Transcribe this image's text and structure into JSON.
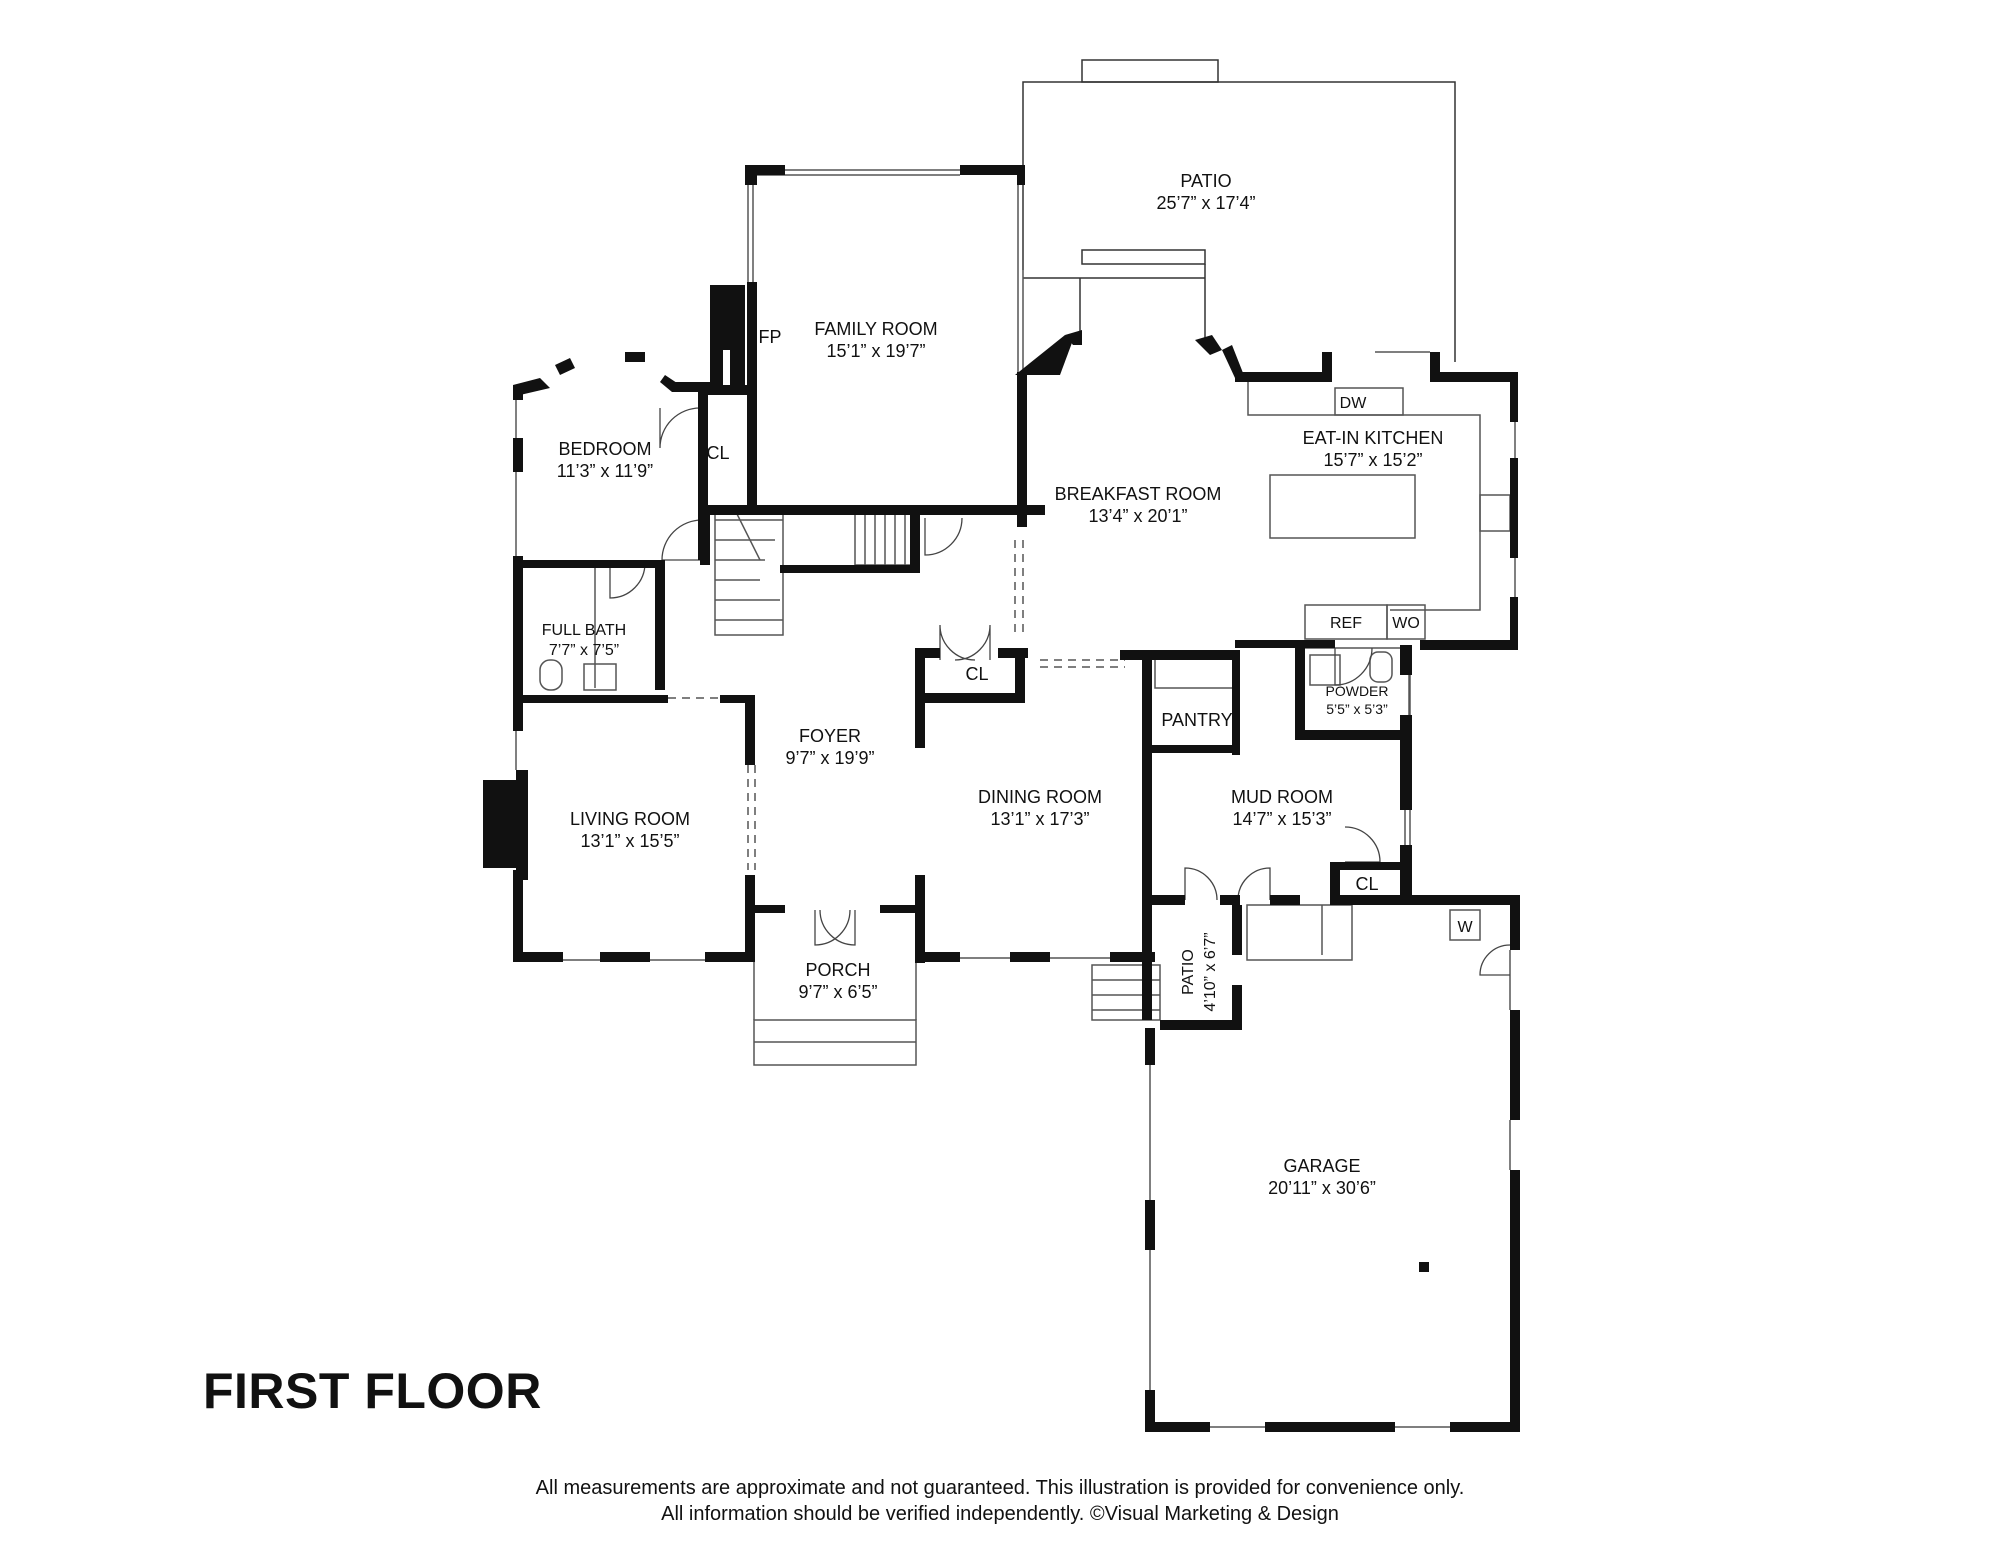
{
  "title": "FIRST FLOOR",
  "disclaimer": {
    "line1": "All measurements are approximate and not guaranteed. This illustration is provided for convenience only.",
    "line2": "All information should be verified independently. ©Visual Marketing & Design"
  },
  "rooms": {
    "patio_rear": {
      "name": "PATIO",
      "dims": "25’7” x 17’4”"
    },
    "family_room": {
      "name": "FAMILY ROOM",
      "dims": "15’1” x 19’7”"
    },
    "fireplace_tag": "FP",
    "bedroom": {
      "name": "BEDROOM",
      "dims": "11’3” x 11’9”"
    },
    "bedroom_closet": "CL",
    "breakfast_room": {
      "name": "BREAKFAST ROOM",
      "dims": "13’4” x 20’1”"
    },
    "kitchen": {
      "name": "EAT-IN KITCHEN",
      "dims": "15’7” x 15’2”"
    },
    "dishwasher": "DW",
    "refrigerator": "REF",
    "wall_oven": "WO",
    "full_bath": {
      "name": "FULL BATH",
      "dims": "7’7” x 7’5”"
    },
    "foyer_closet": "CL",
    "powder": {
      "name": "POWDER",
      "dims": "5’5” x 5’3”"
    },
    "pantry": "PANTRY",
    "foyer": {
      "name": "FOYER",
      "dims": "9’7” x 19’9”"
    },
    "living_room": {
      "name": "LIVING ROOM",
      "dims": "13’1” x 15’5”"
    },
    "dining_room": {
      "name": "DINING ROOM",
      "dims": "13’1” x 17’3”"
    },
    "mud_room": {
      "name": "MUD ROOM",
      "dims": "14’7” x 15’3”"
    },
    "mud_closet": "CL",
    "washer": "W",
    "porch": {
      "name": "PORCH",
      "dims": "9’7” x 6’5”"
    },
    "patio_side": {
      "name": "PATIO",
      "dims": "4’10” x 6’7”"
    },
    "garage": {
      "name": "GARAGE",
      "dims": "20’11” x 30’6”"
    }
  },
  "colors": {
    "wall": "#111111",
    "thin": "#333333",
    "window": "#888888",
    "background": "#ffffff"
  }
}
